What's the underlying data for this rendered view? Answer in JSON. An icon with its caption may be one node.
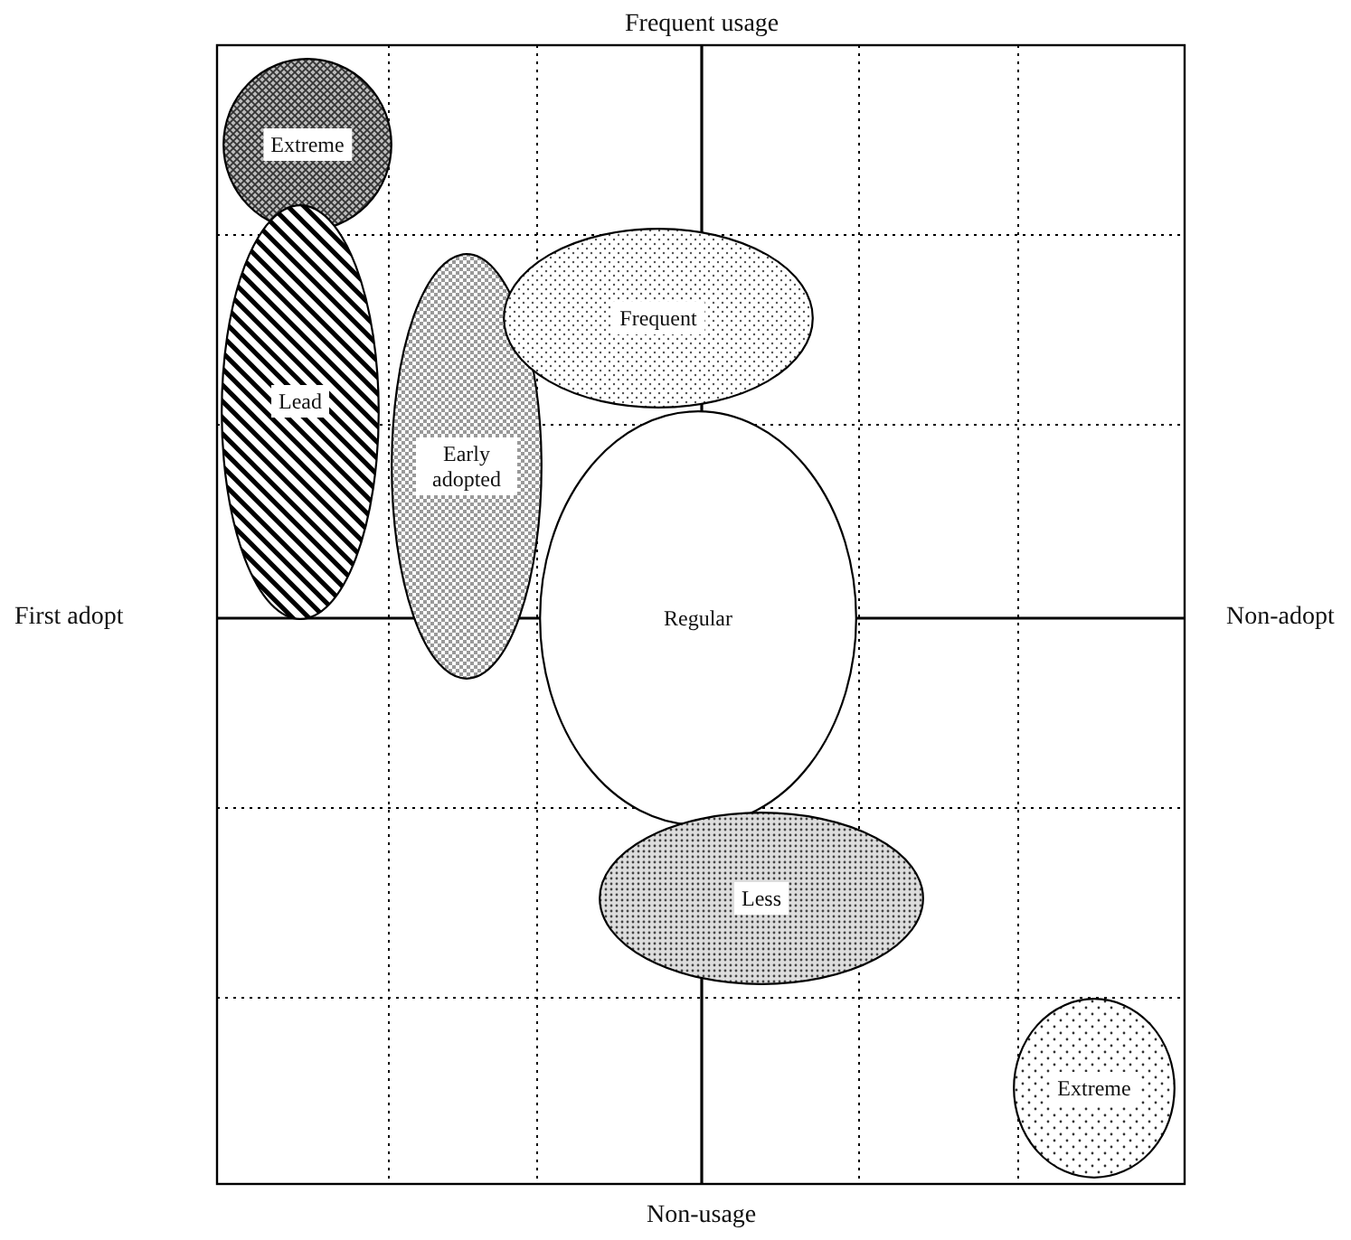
{
  "diagram": {
    "nodes": [
      {
        "text": [
          "Extreme"
        ]
      },
      {
        "text": [
          "Lead"
        ]
      },
      {
        "text": [
          "Early adopted"
        ]
      },
      {
        "text": [
          "Frequent"
        ]
      },
      {
        "text": [
          "Regular"
        ]
      },
      {
        "text": [
          "Less"
        ]
      },
      {
        "text": [
          "Extreme"
        ]
      }
    ],
    "labels": [
      "Frequent usage",
      "First adopt",
      "Non-adopt",
      "Non-usage"
    ]
  }
}
